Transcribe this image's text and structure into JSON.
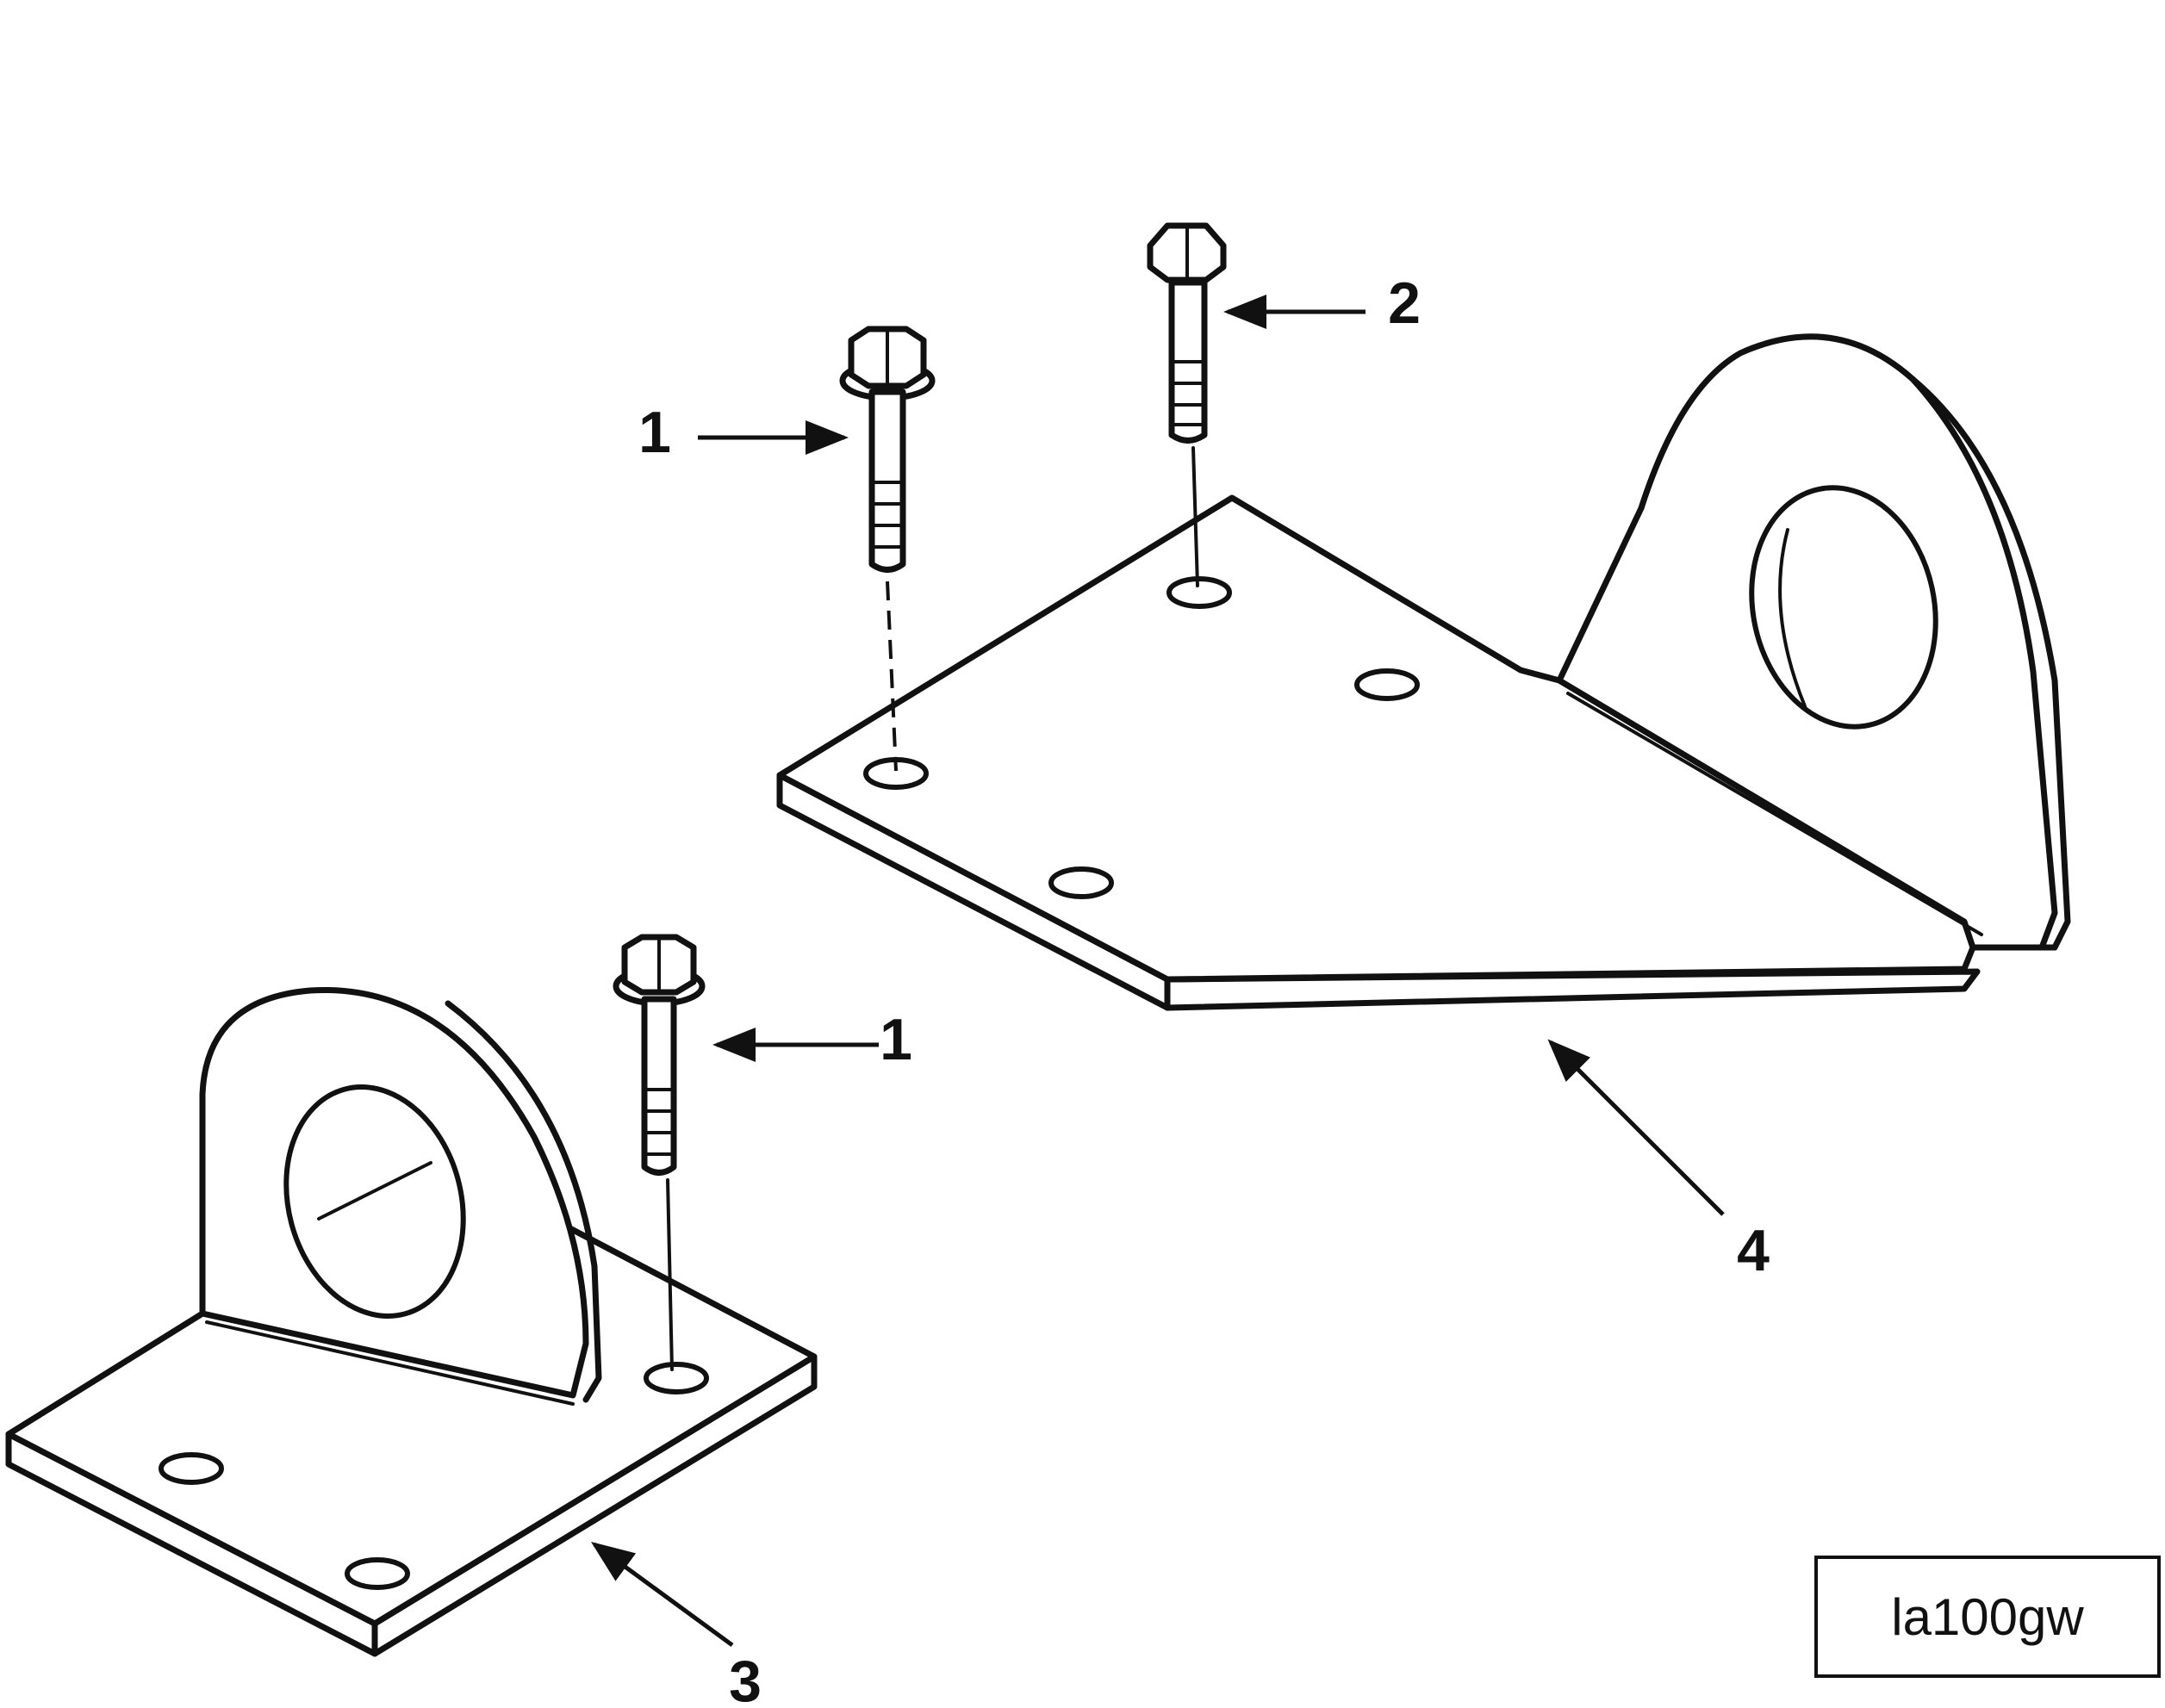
{
  "figure_id": "la100gw",
  "callouts": {
    "bolt_upper_left": "1",
    "bolt_upper_right": "2",
    "bolt_lower": "1",
    "bracket_small": "3",
    "bracket_large": "4"
  }
}
